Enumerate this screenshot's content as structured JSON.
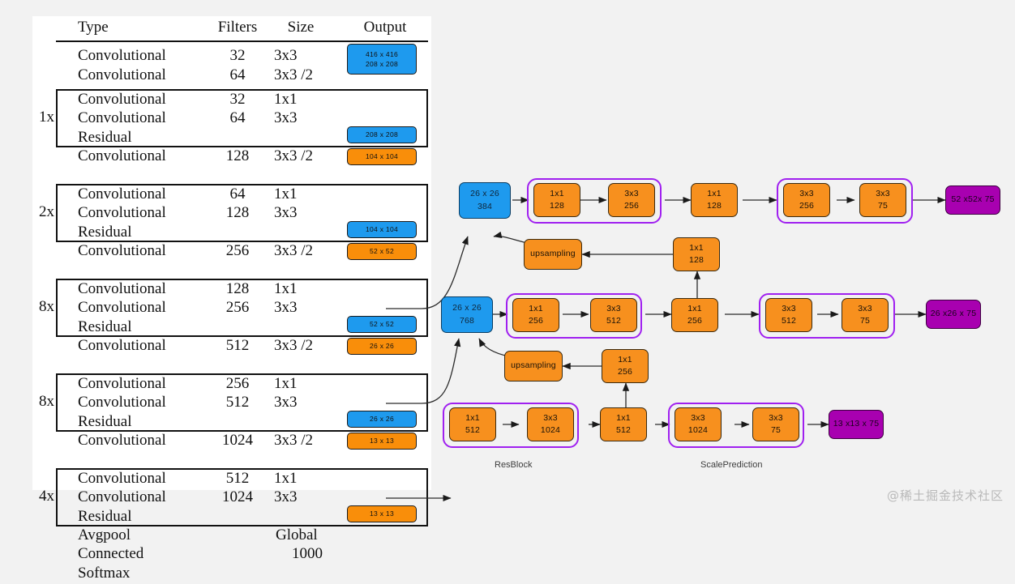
{
  "table": {
    "headers": [
      "Type",
      "Filters",
      "Size",
      "Output"
    ],
    "rows": [
      {
        "type": "Convolutional",
        "filters": "32",
        "size": "3x3",
        "repeat": ""
      },
      {
        "type": "Convolutional",
        "filters": "64",
        "size": "3x3  /2",
        "repeat": ""
      },
      {
        "type": "Convolutional",
        "filters": "32",
        "size": "1x1",
        "repeat": "1x"
      },
      {
        "type": "Convolutional",
        "filters": "64",
        "size": "3x3",
        "repeat": ""
      },
      {
        "type": "Residual",
        "filters": "",
        "size": "",
        "repeat": ""
      },
      {
        "type": "Convolutional",
        "filters": "128",
        "size": "3x3  /2",
        "repeat": ""
      },
      {
        "type": "Convolutional",
        "filters": "64",
        "size": "1x1",
        "repeat": "2x"
      },
      {
        "type": "Convolutional",
        "filters": "128",
        "size": "3x3",
        "repeat": ""
      },
      {
        "type": "Residual",
        "filters": "",
        "size": "",
        "repeat": ""
      },
      {
        "type": "Convolutional",
        "filters": "256",
        "size": "3x3  /2",
        "repeat": ""
      },
      {
        "type": "Convolutional",
        "filters": "128",
        "size": "1x1",
        "repeat": "8x"
      },
      {
        "type": "Convolutional",
        "filters": "256",
        "size": "3x3",
        "repeat": ""
      },
      {
        "type": "Residual",
        "filters": "",
        "size": "",
        "repeat": ""
      },
      {
        "type": "Convolutional",
        "filters": "512",
        "size": "3x3  /2",
        "repeat": ""
      },
      {
        "type": "Convolutional",
        "filters": "256",
        "size": "1x1",
        "repeat": "8x"
      },
      {
        "type": "Convolutional",
        "filters": "512",
        "size": "3x3",
        "repeat": ""
      },
      {
        "type": "Residual",
        "filters": "",
        "size": "",
        "repeat": ""
      },
      {
        "type": "Convolutional",
        "filters": "1024",
        "size": "3x3  /2",
        "repeat": ""
      },
      {
        "type": "Convolutional",
        "filters": "512",
        "size": "1x1",
        "repeat": "4x"
      },
      {
        "type": "Convolutional",
        "filters": "1024",
        "size": "3x3",
        "repeat": ""
      },
      {
        "type": "Residual",
        "filters": "",
        "size": "",
        "repeat": ""
      },
      {
        "type": "Avgpool",
        "filters": "",
        "size": "Global",
        "repeat": ""
      },
      {
        "type": "Connected",
        "filters": "",
        "size": "1000",
        "repeat": ""
      },
      {
        "type": "Softmax",
        "filters": "",
        "size": "",
        "repeat": ""
      }
    ],
    "output_chips": [
      {
        "id": "chip-416",
        "lines": [
          "416 x 416",
          "208 x 208"
        ],
        "color": "blue"
      },
      {
        "id": "chip-208",
        "lines": [
          "208 x 208"
        ],
        "color": "blue"
      },
      {
        "id": "chip-104o",
        "lines": [
          "104 x 104"
        ],
        "color": "orange"
      },
      {
        "id": "chip-104b",
        "lines": [
          "104 x 104"
        ],
        "color": "blue"
      },
      {
        "id": "chip-52o",
        "lines": [
          "52 x 52"
        ],
        "color": "orange"
      },
      {
        "id": "chip-52b",
        "lines": [
          "52 x 52"
        ],
        "color": "blue"
      },
      {
        "id": "chip-26o",
        "lines": [
          "26 x 26"
        ],
        "color": "orange"
      },
      {
        "id": "chip-26b",
        "lines": [
          "26 x 26"
        ],
        "color": "blue"
      },
      {
        "id": "chip-13o",
        "lines": [
          "13 x 13"
        ],
        "color": "orange"
      },
      {
        "id": "chip-13b",
        "lines": [
          "13 x 13"
        ],
        "color": "orange"
      }
    ]
  },
  "diagram": {
    "group_labels": {
      "resblock": "ResBlock",
      "scaleprediction": "ScalePrediction"
    },
    "scale_large": {
      "concat": {
        "l1": "26 x 26",
        "l2": "384"
      },
      "res_a": {
        "l1": "1x1",
        "l2": "128"
      },
      "res_b": {
        "l1": "3x3",
        "l2": "256"
      },
      "neck": {
        "l1": "1x1",
        "l2": "128"
      },
      "pred_a": {
        "l1": "3x3",
        "l2": "256"
      },
      "pred_b": {
        "l1": "3x3",
        "l2": "75"
      },
      "output": {
        "l1": "52 x52x 75"
      },
      "upsample": {
        "l1": "upsampling"
      },
      "branch_conv": {
        "l1": "1x1",
        "l2": "128"
      }
    },
    "scale_medium": {
      "concat": {
        "l1": "26 x 26",
        "l2": "768"
      },
      "res_a": {
        "l1": "1x1",
        "l2": "256"
      },
      "res_b": {
        "l1": "3x3",
        "l2": "512"
      },
      "neck": {
        "l1": "1x1",
        "l2": "256"
      },
      "pred_a": {
        "l1": "3x3",
        "l2": "512"
      },
      "pred_b": {
        "l1": "3x3",
        "l2": "75"
      },
      "output": {
        "l1": "26 x26 x 75"
      },
      "upsample": {
        "l1": "upsampling"
      },
      "branch_conv": {
        "l1": "1x1",
        "l2": "256"
      }
    },
    "scale_small": {
      "res_a": {
        "l1": "1x1",
        "l2": "512"
      },
      "res_b": {
        "l1": "3x3",
        "l2": "1024"
      },
      "neck": {
        "l1": "1x1",
        "l2": "512"
      },
      "pred_a": {
        "l1": "3x3",
        "l2": "1024"
      },
      "pred_b": {
        "l1": "3x3",
        "l2": "75"
      },
      "output": {
        "l1": "13 x13 x 75"
      }
    }
  },
  "watermark": "@稀土掘金技术社区",
  "colors": {
    "orange": "#f7901e",
    "blue": "#1e9aee",
    "magenta": "#a800b0",
    "group_border": "#a020f0",
    "page_bg": "#f2f2f2"
  }
}
